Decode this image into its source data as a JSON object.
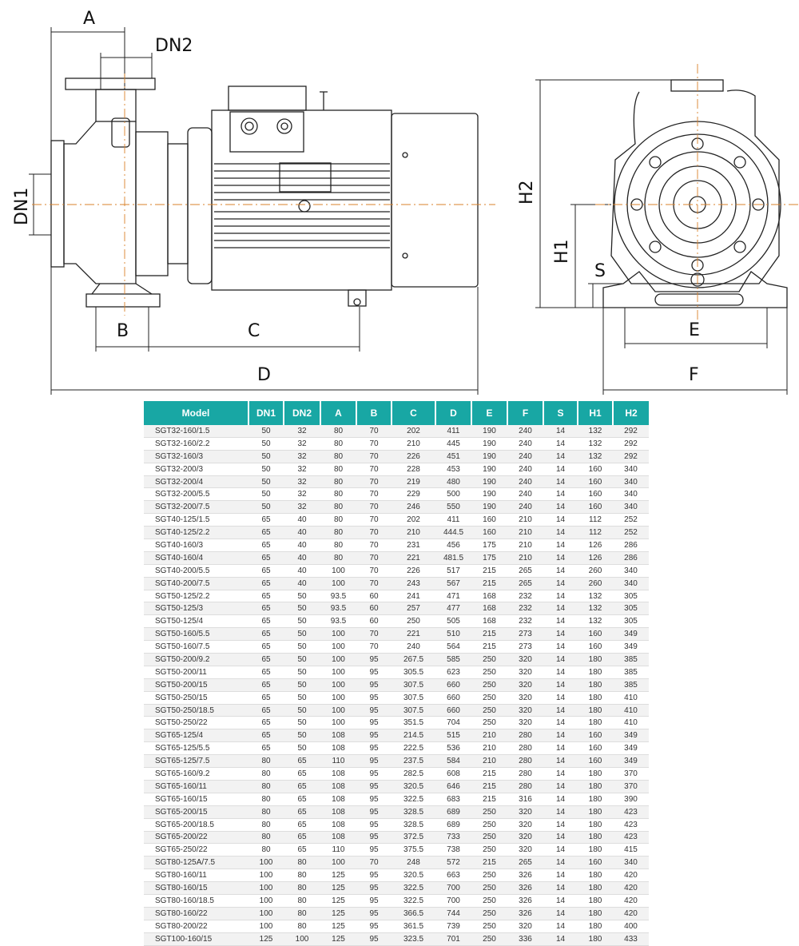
{
  "dimension_labels": {
    "A": "A",
    "DN2": "DN2",
    "DN1": "DN1",
    "B": "B",
    "C": "C",
    "D": "D",
    "H2": "H2",
    "H1": "H1",
    "S": "S",
    "E": "E",
    "F": "F"
  },
  "colors": {
    "header_bg": "#18a7a4",
    "header_text": "#ffffff",
    "stripe": "#f2f2f2",
    "line": "#222222",
    "centerline": "#d9822b"
  },
  "table": {
    "headers": [
      "Model",
      "DN1",
      "DN2",
      "A",
      "B",
      "C",
      "D",
      "E",
      "F",
      "S",
      "H1",
      "H2"
    ],
    "rows": [
      [
        "SGT32-160/1.5",
        "50",
        "32",
        "80",
        "70",
        "202",
        "411",
        "190",
        "240",
        "14",
        "132",
        "292"
      ],
      [
        "SGT32-160/2.2",
        "50",
        "32",
        "80",
        "70",
        "210",
        "445",
        "190",
        "240",
        "14",
        "132",
        "292"
      ],
      [
        "SGT32-160/3",
        "50",
        "32",
        "80",
        "70",
        "226",
        "451",
        "190",
        "240",
        "14",
        "132",
        "292"
      ],
      [
        "SGT32-200/3",
        "50",
        "32",
        "80",
        "70",
        "228",
        "453",
        "190",
        "240",
        "14",
        "160",
        "340"
      ],
      [
        "SGT32-200/4",
        "50",
        "32",
        "80",
        "70",
        "219",
        "480",
        "190",
        "240",
        "14",
        "160",
        "340"
      ],
      [
        "SGT32-200/5.5",
        "50",
        "32",
        "80",
        "70",
        "229",
        "500",
        "190",
        "240",
        "14",
        "160",
        "340"
      ],
      [
        "SGT32-200/7.5",
        "50",
        "32",
        "80",
        "70",
        "246",
        "550",
        "190",
        "240",
        "14",
        "160",
        "340"
      ],
      [
        "SGT40-125/1.5",
        "65",
        "40",
        "80",
        "70",
        "202",
        "411",
        "160",
        "210",
        "14",
        "112",
        "252"
      ],
      [
        "SGT40-125/2.2",
        "65",
        "40",
        "80",
        "70",
        "210",
        "444.5",
        "160",
        "210",
        "14",
        "112",
        "252"
      ],
      [
        "SGT40-160/3",
        "65",
        "40",
        "80",
        "70",
        "231",
        "456",
        "175",
        "210",
        "14",
        "126",
        "286"
      ],
      [
        "SGT40-160/4",
        "65",
        "40",
        "80",
        "70",
        "221",
        "481.5",
        "175",
        "210",
        "14",
        "126",
        "286"
      ],
      [
        "SGT40-200/5.5",
        "65",
        "40",
        "100",
        "70",
        "226",
        "517",
        "215",
        "265",
        "14",
        "260",
        "340"
      ],
      [
        "SGT40-200/7.5",
        "65",
        "40",
        "100",
        "70",
        "243",
        "567",
        "215",
        "265",
        "14",
        "260",
        "340"
      ],
      [
        "SGT50-125/2.2",
        "65",
        "50",
        "93.5",
        "60",
        "241",
        "471",
        "168",
        "232",
        "14",
        "132",
        "305"
      ],
      [
        "SGT50-125/3",
        "65",
        "50",
        "93.5",
        "60",
        "257",
        "477",
        "168",
        "232",
        "14",
        "132",
        "305"
      ],
      [
        "SGT50-125/4",
        "65",
        "50",
        "93.5",
        "60",
        "250",
        "505",
        "168",
        "232",
        "14",
        "132",
        "305"
      ],
      [
        "SGT50-160/5.5",
        "65",
        "50",
        "100",
        "70",
        "221",
        "510",
        "215",
        "273",
        "14",
        "160",
        "349"
      ],
      [
        "SGT50-160/7.5",
        "65",
        "50",
        "100",
        "70",
        "240",
        "564",
        "215",
        "273",
        "14",
        "160",
        "349"
      ],
      [
        "SGT50-200/9.2",
        "65",
        "50",
        "100",
        "95",
        "267.5",
        "585",
        "250",
        "320",
        "14",
        "180",
        "385"
      ],
      [
        "SGT50-200/11",
        "65",
        "50",
        "100",
        "95",
        "305.5",
        "623",
        "250",
        "320",
        "14",
        "180",
        "385"
      ],
      [
        "SGT50-200/15",
        "65",
        "50",
        "100",
        "95",
        "307.5",
        "660",
        "250",
        "320",
        "14",
        "180",
        "385"
      ],
      [
        "SGT50-250/15",
        "65",
        "50",
        "100",
        "95",
        "307.5",
        "660",
        "250",
        "320",
        "14",
        "180",
        "410"
      ],
      [
        "SGT50-250/18.5",
        "65",
        "50",
        "100",
        "95",
        "307.5",
        "660",
        "250",
        "320",
        "14",
        "180",
        "410"
      ],
      [
        "SGT50-250/22",
        "65",
        "50",
        "100",
        "95",
        "351.5",
        "704",
        "250",
        "320",
        "14",
        "180",
        "410"
      ],
      [
        "SGT65-125/4",
        "65",
        "50",
        "108",
        "95",
        "214.5",
        "515",
        "210",
        "280",
        "14",
        "160",
        "349"
      ],
      [
        "SGT65-125/5.5",
        "65",
        "50",
        "108",
        "95",
        "222.5",
        "536",
        "210",
        "280",
        "14",
        "160",
        "349"
      ],
      [
        "SGT65-125/7.5",
        "80",
        "65",
        "110",
        "95",
        "237.5",
        "584",
        "210",
        "280",
        "14",
        "160",
        "349"
      ],
      [
        "SGT65-160/9.2",
        "80",
        "65",
        "108",
        "95",
        "282.5",
        "608",
        "215",
        "280",
        "14",
        "180",
        "370"
      ],
      [
        "SGT65-160/11",
        "80",
        "65",
        "108",
        "95",
        "320.5",
        "646",
        "215",
        "280",
        "14",
        "180",
        "370"
      ],
      [
        "SGT65-160/15",
        "80",
        "65",
        "108",
        "95",
        "322.5",
        "683",
        "215",
        "316",
        "14",
        "180",
        "390"
      ],
      [
        "SGT65-200/15",
        "80",
        "65",
        "108",
        "95",
        "328.5",
        "689",
        "250",
        "320",
        "14",
        "180",
        "423"
      ],
      [
        "SGT65-200/18.5",
        "80",
        "65",
        "108",
        "95",
        "328.5",
        "689",
        "250",
        "320",
        "14",
        "180",
        "423"
      ],
      [
        "SGT65-200/22",
        "80",
        "65",
        "108",
        "95",
        "372.5",
        "733",
        "250",
        "320",
        "14",
        "180",
        "423"
      ],
      [
        "SGT65-250/22",
        "80",
        "65",
        "110",
        "95",
        "375.5",
        "738",
        "250",
        "320",
        "14",
        "180",
        "415"
      ],
      [
        "SGT80-125A/7.5",
        "100",
        "80",
        "100",
        "70",
        "248",
        "572",
        "215",
        "265",
        "14",
        "160",
        "340"
      ],
      [
        "SGT80-160/11",
        "100",
        "80",
        "125",
        "95",
        "320.5",
        "663",
        "250",
        "326",
        "14",
        "180",
        "420"
      ],
      [
        "SGT80-160/15",
        "100",
        "80",
        "125",
        "95",
        "322.5",
        "700",
        "250",
        "326",
        "14",
        "180",
        "420"
      ],
      [
        "SGT80-160/18.5",
        "100",
        "80",
        "125",
        "95",
        "322.5",
        "700",
        "250",
        "326",
        "14",
        "180",
        "420"
      ],
      [
        "SGT80-160/22",
        "100",
        "80",
        "125",
        "95",
        "366.5",
        "744",
        "250",
        "326",
        "14",
        "180",
        "420"
      ],
      [
        "SGT80-200/22",
        "100",
        "80",
        "125",
        "95",
        "361.5",
        "739",
        "250",
        "320",
        "14",
        "180",
        "400"
      ],
      [
        "SGT100-160/15",
        "125",
        "100",
        "125",
        "95",
        "323.5",
        "701",
        "250",
        "336",
        "14",
        "180",
        "433"
      ]
    ]
  }
}
